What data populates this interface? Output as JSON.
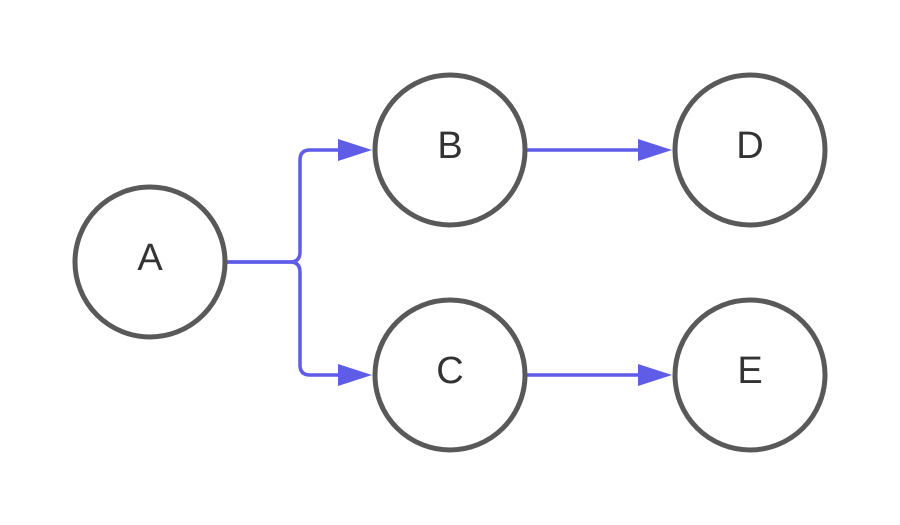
{
  "diagram": {
    "type": "flowchart",
    "direction": "left-to-right",
    "edge_color": "#5f5ce8",
    "node_stroke_color": "#595959",
    "node_fill_color": "#ffffff",
    "label_color": "#333333",
    "nodes": [
      {
        "id": "A",
        "label": "A",
        "shape": "circle"
      },
      {
        "id": "B",
        "label": "B",
        "shape": "circle"
      },
      {
        "id": "C",
        "label": "C",
        "shape": "circle"
      },
      {
        "id": "D",
        "label": "D",
        "shape": "circle"
      },
      {
        "id": "E",
        "label": "E",
        "shape": "circle"
      }
    ],
    "edges": [
      {
        "from": "A",
        "to": "B"
      },
      {
        "from": "A",
        "to": "C"
      },
      {
        "from": "B",
        "to": "D"
      },
      {
        "from": "C",
        "to": "E"
      }
    ]
  }
}
